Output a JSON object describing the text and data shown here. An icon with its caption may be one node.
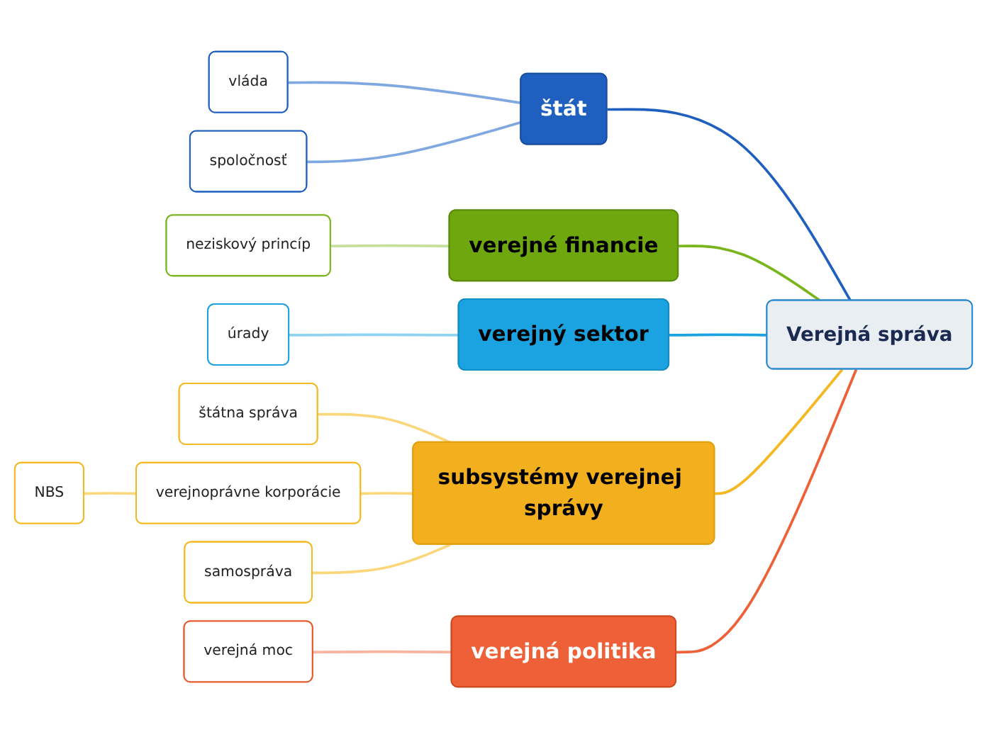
{
  "diagram": {
    "nodes": [
      {
        "text": [
          "Verejná správa"
        ]
      },
      {
        "text": [
          "štát"
        ]
      },
      {
        "text": [
          "vláda"
        ]
      },
      {
        "text": [
          "spoločnosť"
        ]
      },
      {
        "text": [
          "verejné financie"
        ]
      },
      {
        "text": [
          "neziskový princíp"
        ]
      },
      {
        "text": [
          "verejný sektor"
        ]
      },
      {
        "text": [
          "úrady"
        ]
      },
      {
        "text": [
          "subsystémy verejnej správy"
        ]
      },
      {
        "text": [
          "štátna správa"
        ]
      },
      {
        "text": [
          "verejnoprávne korporácie"
        ]
      },
      {
        "text": [
          "NBS"
        ]
      },
      {
        "text": [
          "samospráva"
        ]
      },
      {
        "text": [
          "verejná politika"
        ]
      },
      {
        "text": [
          "verejná moc"
        ]
      }
    ],
    "edges": [
      {
        "from": 0,
        "to": 1,
        "arrow": "none",
        "color": "#1f5fbf"
      },
      {
        "from": 1,
        "to": 2,
        "arrow": "none",
        "color": "#7fa8e0"
      },
      {
        "from": 1,
        "to": 3,
        "arrow": "none",
        "color": "#7fa8e0"
      },
      {
        "from": 0,
        "to": 4,
        "arrow": "none",
        "color": "#7ab51d"
      },
      {
        "from": 4,
        "to": 5,
        "arrow": "none",
        "color": "#c5e09a"
      },
      {
        "from": 0,
        "to": 6,
        "arrow": "none",
        "color": "#1aa3e0"
      },
      {
        "from": 6,
        "to": 7,
        "arrow": "none",
        "color": "#8fd3f2"
      },
      {
        "from": 0,
        "to": 8,
        "arrow": "none",
        "color": "#f5b820"
      },
      {
        "from": 8,
        "to": 9,
        "arrow": "none",
        "color": "#fad77a"
      },
      {
        "from": 8,
        "to": 10,
        "arrow": "none",
        "color": "#fad77a"
      },
      {
        "from": 10,
        "to": 11,
        "arrow": "none",
        "color": "#fad77a"
      },
      {
        "from": 8,
        "to": 12,
        "arrow": "none",
        "color": "#fad77a"
      },
      {
        "from": 0,
        "to": 13,
        "arrow": "none",
        "color": "#ee6038"
      },
      {
        "from": 13,
        "to": 14,
        "arrow": "none",
        "color": "#f7b49f"
      }
    ]
  }
}
